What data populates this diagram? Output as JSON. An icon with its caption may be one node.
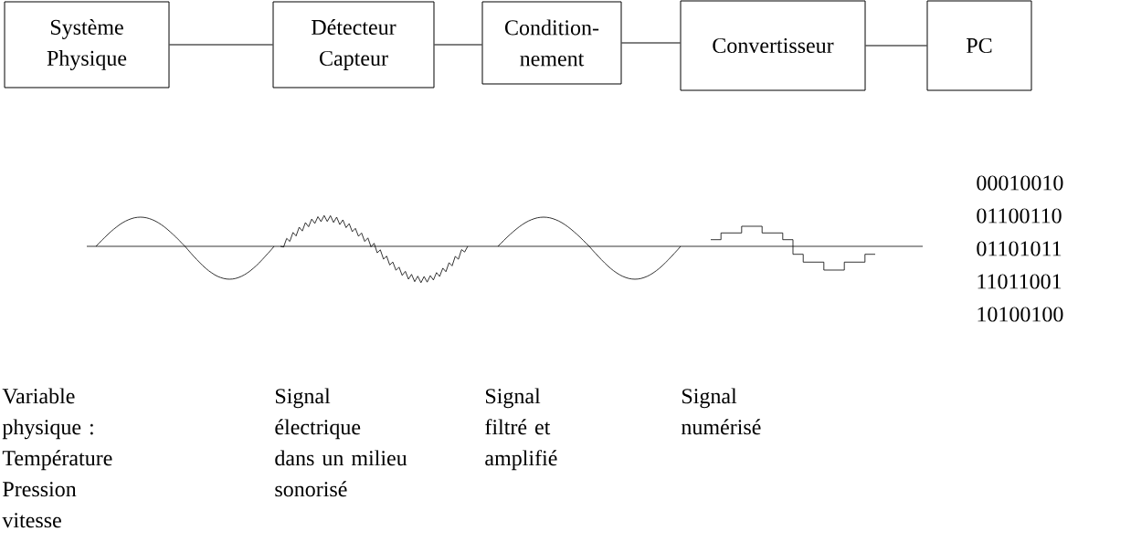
{
  "diagram": {
    "nodes": [
      {
        "text": [
          "Système Physique"
        ]
      },
      {
        "text": [
          "Détecteur Capteur"
        ]
      },
      {
        "text": [
          "Condition- nement"
        ]
      },
      {
        "text": [
          "Convertisseur"
        ]
      },
      {
        "text": [
          "PC"
        ]
      }
    ],
    "edges": [
      {
        "from": 0,
        "to": 1,
        "arrow": "none"
      },
      {
        "from": 1,
        "to": 2,
        "arrow": "none"
      },
      {
        "from": 2,
        "to": 3,
        "arrow": "none"
      },
      {
        "from": 3,
        "to": 4,
        "arrow": "none"
      }
    ],
    "labels": [
      "00010010",
      "01100110",
      "01101011",
      "11011001",
      "10100100",
      "Variable physique : Température Pression vitesse",
      "Signal électrique dans un milieu sonorisé",
      "Signal filtré et amplifié",
      "Signal numérisé"
    ]
  }
}
